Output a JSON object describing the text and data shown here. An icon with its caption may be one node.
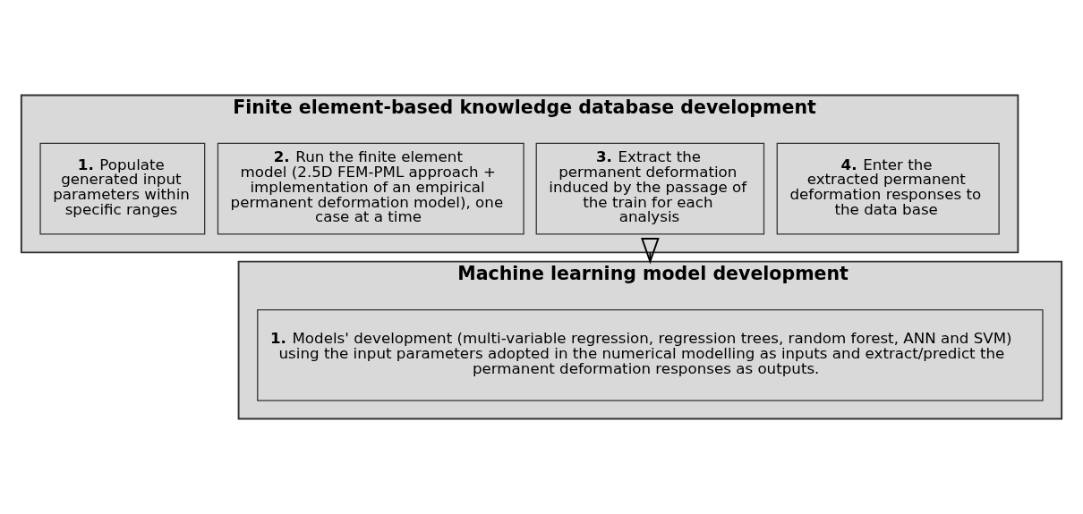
{
  "diagram": {
    "nodes": [
      {
        "text": [
          "Finite element-based knowledge database development"
        ]
      },
      {
        "text": [
          "**1.** Populate generated input parameters within specific ranges"
        ],
        "in": 0
      },
      {
        "text": [
          "**2.** Run the finite element model (2.5D FEM-PML approach + implementation of an empirical permanent deformation model), one case at a time"
        ],
        "in": 0
      },
      {
        "text": [
          "**3.** Extract the permanent deformation induced by the passage of the train for each analysis"
        ],
        "in": 0
      },
      {
        "text": [
          "**4.** Enter the extracted permanent deformation responses to the data base"
        ],
        "in": 0
      },
      {
        "text": [
          "Machine learning model development"
        ]
      },
      {
        "text": [
          "**1.** Models' development (multi-variable regression, regression trees, random forest, ANN and SVM) using the input parameters adopted in the numerical modelling as inputs and extract/predict the permanent deformation responses as outputs."
        ],
        "in": 5
      }
    ],
    "edges": [
      {
        "from": 0,
        "to": 5,
        "arrow": "to"
      }
    ]
  }
}
